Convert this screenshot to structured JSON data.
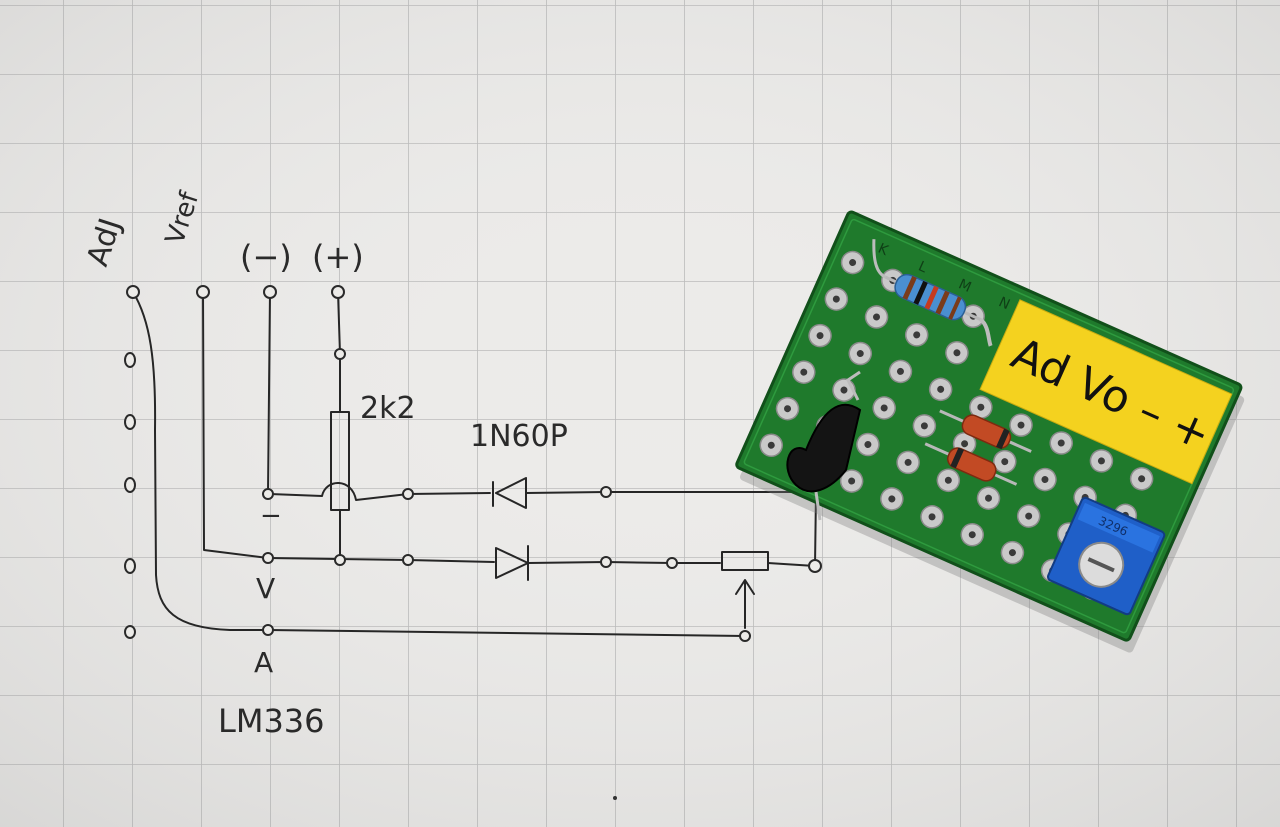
{
  "sketch": {
    "terminal_labels": [
      "AdJ",
      "Vref",
      "(−)",
      "(+)"
    ],
    "resistor_label": "2k2",
    "diode_label": "1N60P",
    "pin_minus": "−",
    "pin_v": "V",
    "pin_a": "A",
    "ic_label": "LM336"
  },
  "board": {
    "row_letters": [
      "K",
      "L",
      "M",
      "N"
    ],
    "label": "Ad Vo – +",
    "label_color": "#f4d21f",
    "pcb_color": "#1f7a2c",
    "trimpot_color": "#1f5fc8",
    "trimpot_marking": "3296"
  }
}
